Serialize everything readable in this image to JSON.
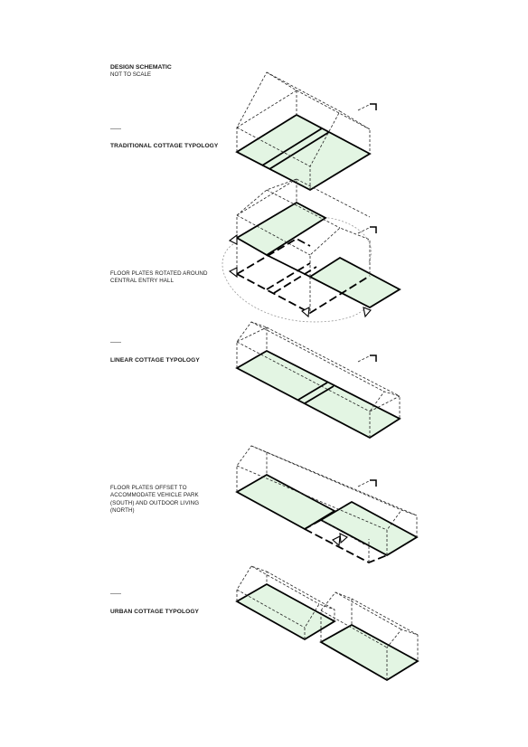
{
  "header": {
    "title": "DESIGN SCHEMATIC",
    "subtitle": "NOT TO SCALE"
  },
  "sections": [
    {
      "label": "TRADITIONAL COTTAGE TYPOLOGY"
    },
    {
      "label": "FLOOR PLATES ROTATED AROUND CENTRAL ENTRY HALL"
    },
    {
      "label": "LINEAR COTTAGE TYPOLOGY"
    },
    {
      "label": "FLOOR PLATES OFFSET TO ACCOMMODATE VEHICLE PARK (SOUTH) AND OUTDOOR LIVING (NORTH)"
    },
    {
      "label": "URBAN COTTAGE TYPOLOGY"
    }
  ],
  "colors": {
    "slab_fill": "#e3f5e3",
    "line": "#000000",
    "divider": "#999999"
  }
}
